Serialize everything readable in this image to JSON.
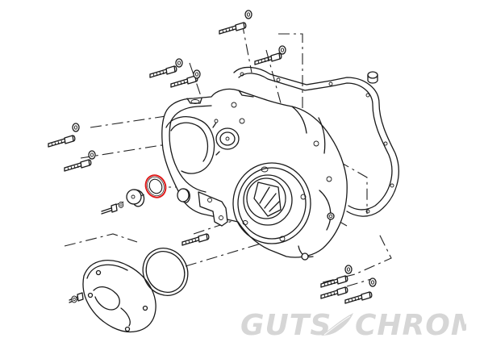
{
  "watermark": {
    "left_word": "GUTS",
    "right_word": "CHROME",
    "color": "#d6d6d6"
  },
  "highlight": {
    "part": "o-ring",
    "color": "#e01b1b"
  },
  "icons": [
    "feather-icon"
  ]
}
